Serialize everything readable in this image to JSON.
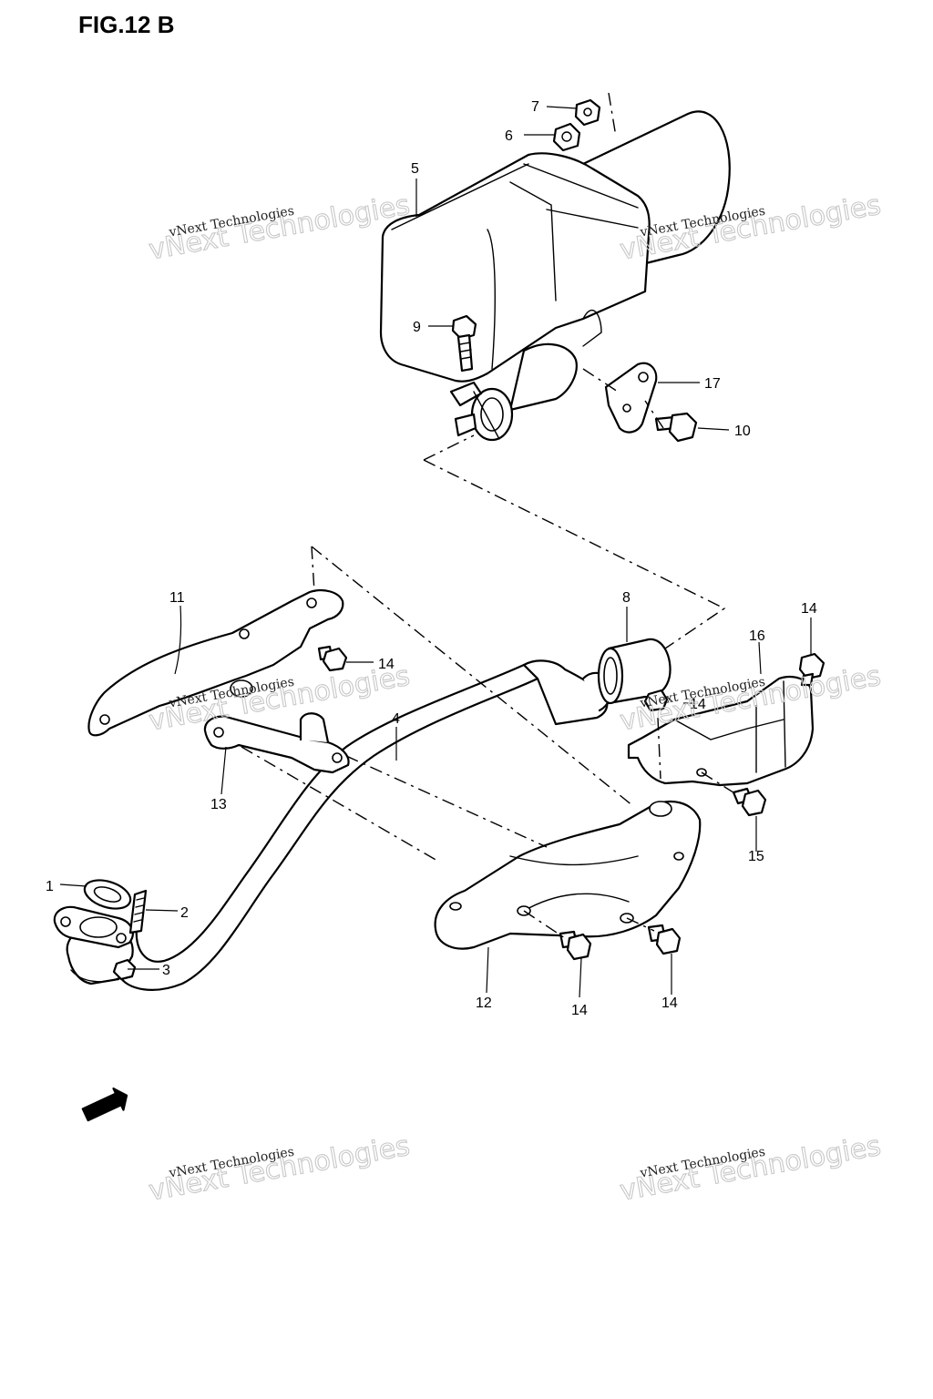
{
  "figure": {
    "title": "FIG.12 B"
  },
  "callouts": [
    "1",
    "2",
    "3",
    "4",
    "5",
    "6",
    "7",
    "8",
    "9",
    "10",
    "11",
    "12",
    "13",
    "14",
    "14",
    "14",
    "14",
    "14",
    "15",
    "16",
    "17"
  ],
  "watermark": {
    "line1": "vNext Technologies",
    "line2": "vNext Technologies"
  }
}
